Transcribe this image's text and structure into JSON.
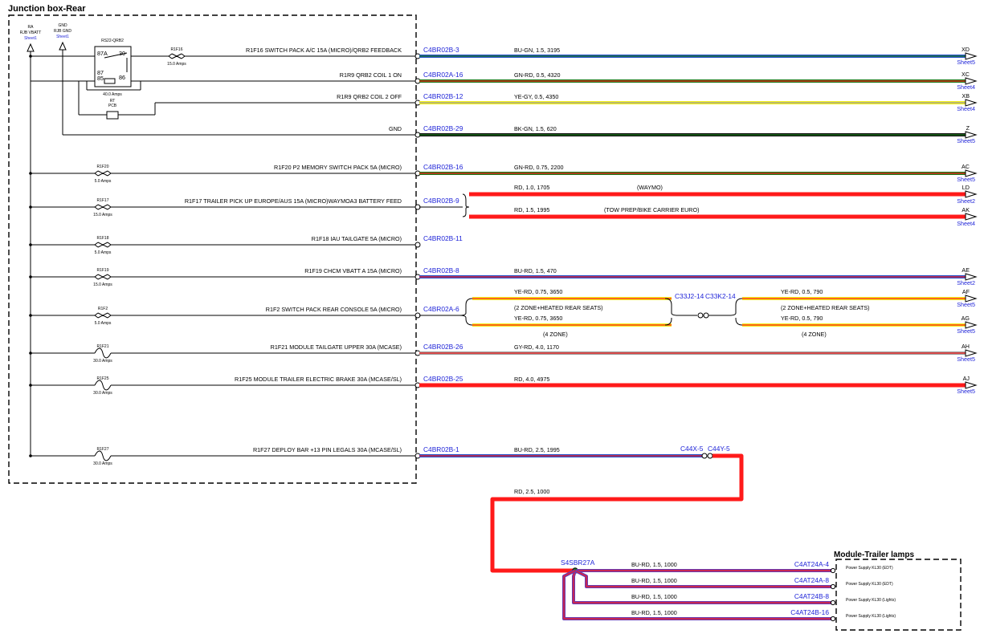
{
  "junction_box": {
    "title": "Junction box-Rear",
    "ra_label": "RA",
    "vbatt_label": "RJB VBATT",
    "vbatt_sheet": "Sheet1",
    "gnd_label": "GND",
    "gnd_label2": "RJB GND",
    "gnd_sheet": "Sheet1",
    "relay_name": "RS22-QRB2",
    "relay_pins": {
      "p87a": "87A",
      "p30": "30",
      "p87": "87",
      "p85": "85",
      "p86": "86"
    },
    "relay_amps": "40.0 Amps",
    "rt_label": "RT",
    "pcb_label": "PCB"
  },
  "circuits": [
    {
      "id": "c1",
      "fuse": "R1F16",
      "fuse_rating": "15.0 Amps",
      "description": "R1F16 SWITCH PACK A/C 15A (MICRO)/QRB2 FEEDBACK",
      "connector": "C4BR02B-3",
      "wire": "BU-GN,  1.5,  3195",
      "dest": "XD",
      "sheet": "Sheet5"
    },
    {
      "id": "c2",
      "description": "R1R9 QRB2 COIL 1 ON",
      "connector": "C4BR02A-16",
      "wire": "GN-RD,  0.5,  4320",
      "dest": "XC",
      "sheet": "Sheet4"
    },
    {
      "id": "c3",
      "description": "R1R9 QRB2 COIL 2 OFF",
      "connector": "C4BR02B-12",
      "wire": "YE-GY,  0.5,  4350",
      "dest": "XB",
      "sheet": "Sheet4"
    },
    {
      "id": "c4",
      "description": "GND",
      "connector": "C4BR02B-29",
      "wire": "BK-GN,  1.5,  620",
      "dest": "Z",
      "sheet": "Sheet5"
    },
    {
      "id": "c5",
      "fuse": "R1F20",
      "fuse_rating": "5.0 Amps",
      "description": "R1F20 P2 MEMORY SWITCH PACK 5A (MICRO)",
      "connector": "C4BR02B-16",
      "wire": "GN-RD,  0.75,  2200",
      "dest": "AC",
      "sheet": "Sheet5"
    },
    {
      "id": "c6",
      "fuse": "R1F17",
      "fuse_rating": "15.0 Amps",
      "description": "R1F17 TRAILER PICK UP EUROPE/AUS 15A (MICRO)WAYMOA3 BATTERY FEED",
      "connector": "C4BR02B-9"
    },
    {
      "id": "c7",
      "fuse": "R1F18",
      "fuse_rating": "5.0 Amps",
      "description": "R1F18 IAU TAILGATE 5A (MICRO)",
      "connector": "C4BR02B-11"
    },
    {
      "id": "c8",
      "fuse": "R1F19",
      "fuse_rating": "15.0 Amps",
      "description": "R1F19 CHCM VBATT A 15A (MICRO)",
      "connector": "C4BR02B-8",
      "wire": "BU-RD,  1.5,  470",
      "dest": "AE",
      "sheet": "Sheet2"
    },
    {
      "id": "c9",
      "fuse": "R1F2",
      "fuse_rating": "5.0 Amps",
      "description": "R1F2 SWITCH PACK REAR CONSOLE 5A (MICRO)",
      "connector": "C4BR02A-6"
    },
    {
      "id": "c10",
      "fuse": "R1F21",
      "fuse_rating": "30.0 Amps",
      "description": "R1F21 MODULE TAILGATE UPPER 30A (MCASE)",
      "connector": "C4BR02B-26",
      "wire": "GY-RD,  4.0,  1170",
      "dest": "AH",
      "sheet": "Sheet5"
    },
    {
      "id": "c11",
      "fuse": "R1F25",
      "fuse_rating": "30.0 Amps",
      "description": "R1F25 MODULE TRAILER ELECTRIC BRAKE 30A (MCASE/SL)",
      "connector": "C4BR02B-25",
      "wire": "RD,  4.0,  4975",
      "dest": "AJ",
      "sheet": "Sheet5"
    },
    {
      "id": "c12",
      "fuse": "R1F27",
      "fuse_rating": "30.0 Amps",
      "description": "R1F27 DEPLOY BAR +13 PIN LEGALS 30A (MCASE/SL)",
      "connector": "C4BR02B-1",
      "wire": "BU-RD,  2.5,  1995"
    }
  ],
  "branches": {
    "c6_top": {
      "wire": "RD,  1.0,  1705",
      "note": "(WAYMO)",
      "dest": "LD",
      "sheet": "Sheet2"
    },
    "c6_bottom": {
      "wire": "RD,  1.5,  1995",
      "note": "(TOW PREP/BIKE CARRIER EURO)",
      "dest": "AK",
      "sheet": "Sheet4"
    },
    "c9_left_top": {
      "wire": "YE-RD,  0.75,  3650",
      "note": "(2 ZONE+HEATED REAR SEATS)"
    },
    "c9_left_bottom": {
      "wire": "YE-RD,  0.75,  3650",
      "note": "(4 ZONE)"
    },
    "c9_inline_a": "C33J2-14",
    "c9_inline_b": "C33K2-14",
    "c9_right_top": {
      "wire": "YE-RD,  0.5,  790",
      "note": "(2 ZONE+HEATED REAR SEATS)",
      "dest": "AF",
      "sheet": "Sheet5"
    },
    "c9_right_bottom": {
      "wire": "YE-RD,  0.5,  790",
      "note": "(4 ZONE)",
      "dest": "AG",
      "sheet": "Sheet5"
    },
    "c12_inline_a": "C44X-5",
    "c12_inline_b": "C44Y-5",
    "c12_red_wire": "RD,  2.5,  1000",
    "splice": "S4SBR27A"
  },
  "module": {
    "title": "Module-Trailer lamps",
    "pins": [
      {
        "connector": "C4AT24A-4",
        "wire": "BU-RD,  1.5,  1000",
        "label": "Power Supply KL30 (EDT)"
      },
      {
        "connector": "C4AT24A-8",
        "wire": "BU-RD,  1.5,  1000",
        "label": "Power Supply KL30 (EDT)"
      },
      {
        "connector": "C4AT24B-8",
        "wire": "BU-RD,  1.5,  1000",
        "label": "Power Supply KL30 (Lights)"
      },
      {
        "connector": "C4AT24B-16",
        "wire": "BU-RD,  1.5,  1000",
        "label": "Power Supply KL30 (Lights)"
      }
    ]
  },
  "colors": {
    "blue": "#2450c8",
    "green": "#1a7a1a",
    "red": "#ff1a1a",
    "yellow": "#f2ee1a",
    "grey": "#9a9a9a",
    "purple": "#6a3ab0",
    "connector_text": "#1f24d8"
  }
}
